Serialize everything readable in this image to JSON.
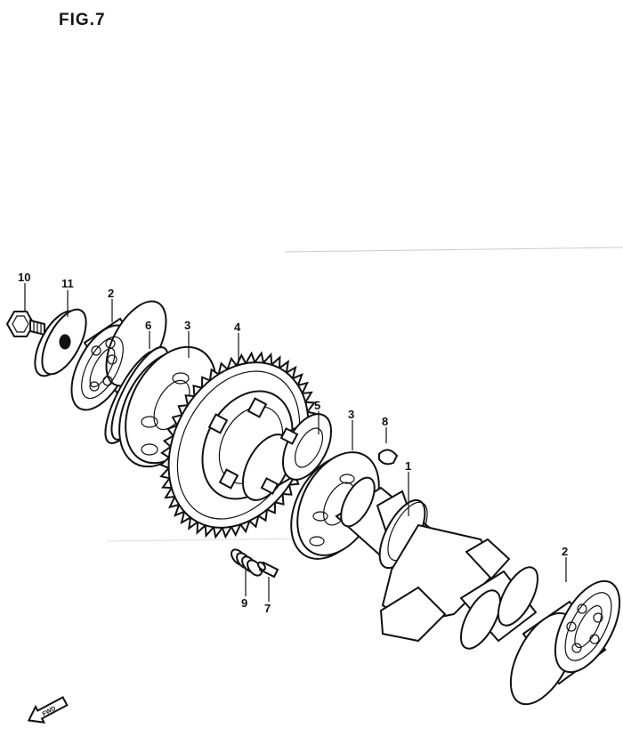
{
  "figure": {
    "title": "FIG.7"
  },
  "callouts": [
    {
      "id": "c10a",
      "label": "10"
    },
    {
      "id": "c11",
      "label": "11"
    },
    {
      "id": "c2a",
      "label": "2"
    },
    {
      "id": "c6",
      "label": "6"
    },
    {
      "id": "c3a",
      "label": "3"
    },
    {
      "id": "c4",
      "label": "4"
    },
    {
      "id": "c5",
      "label": "5"
    },
    {
      "id": "c3b",
      "label": "3"
    },
    {
      "id": "c8",
      "label": "8"
    },
    {
      "id": "c1",
      "label": "1"
    },
    {
      "id": "c2b",
      "label": "2"
    },
    {
      "id": "c9",
      "label": "9"
    },
    {
      "id": "c7",
      "label": "7"
    }
  ],
  "front_arrow": {
    "label": "FWD"
  }
}
